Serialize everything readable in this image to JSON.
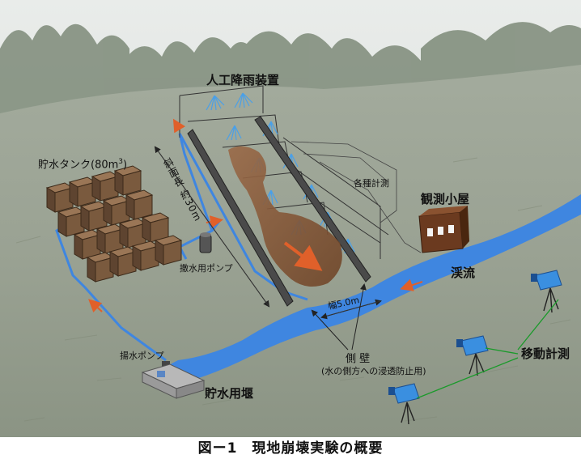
{
  "figure": {
    "caption": "図ー1　現地崩壊実験の概要",
    "labels": {
      "rain": "人工降雨装置",
      "tank": "貯水タンク(80m",
      "tank_sup": "3",
      "tank_close": ")",
      "slope_length": "斜面長 約30m",
      "sensors": "各種計測",
      "hut": "観測小屋",
      "stream": "渓流",
      "sprinkler_pump": "撒水用ポンプ",
      "width": "幅5.0m",
      "side_wall": "側 壁",
      "side_wall_note": "(水の側方への浸透防止用)",
      "intake_pump": "揚水ポンプ",
      "weir": "貯水用堰",
      "mobile": "移動計測"
    }
  },
  "colors": {
    "water": "#3f86e0",
    "landslide": "#8a5a3a",
    "hut": "#6b3a1f",
    "camera": "#3a8fe0",
    "crate": "#7a5a3e",
    "arrow": "#e0602a",
    "guide_line": "#1a9a2a"
  }
}
